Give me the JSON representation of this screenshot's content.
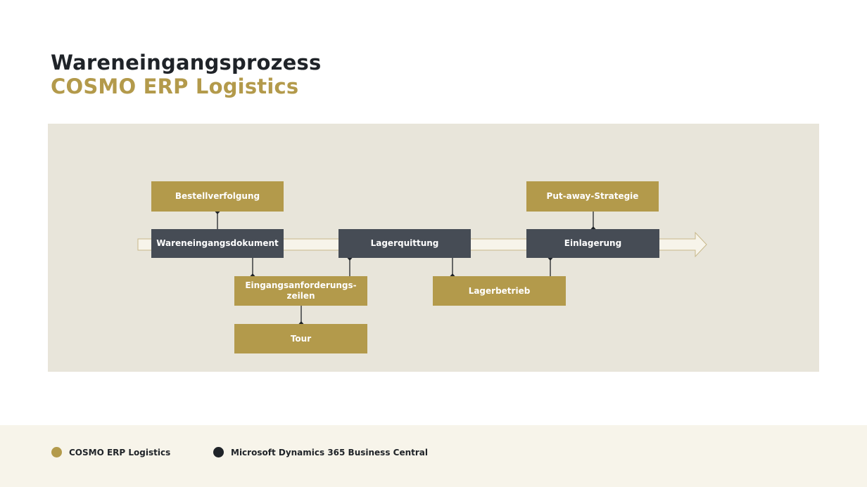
{
  "header": {
    "title": "Wareneingangsprozess",
    "subtitle": "COSMO ERP Logistics"
  },
  "diagram": {
    "boxes": {
      "bestellverfolgung": "Bestellverfolgung",
      "wareneingangsdokument": "Wareneingangsdokument",
      "eingangsanforderungszeilen": "Eingangsanforderungs-\nzeilen",
      "tour": "Tour",
      "lagerquittung": "Lagerquittung",
      "lagerbetrieb": "Lagerbetrieb",
      "put_away_strategie": "Put-away-Strategie",
      "einlagerung": "Einlagerung"
    }
  },
  "legend": {
    "items": [
      {
        "label": "COSMO ERP Logistics",
        "color": "#b39a4b"
      },
      {
        "label": "Microsoft Dynamics 365 Business Central",
        "color": "#1f2328"
      }
    ]
  },
  "colors": {
    "gold": "#b39a4b",
    "dark": "#464c55",
    "panel": "#e8e5da",
    "footer": "#f7f4ea"
  }
}
